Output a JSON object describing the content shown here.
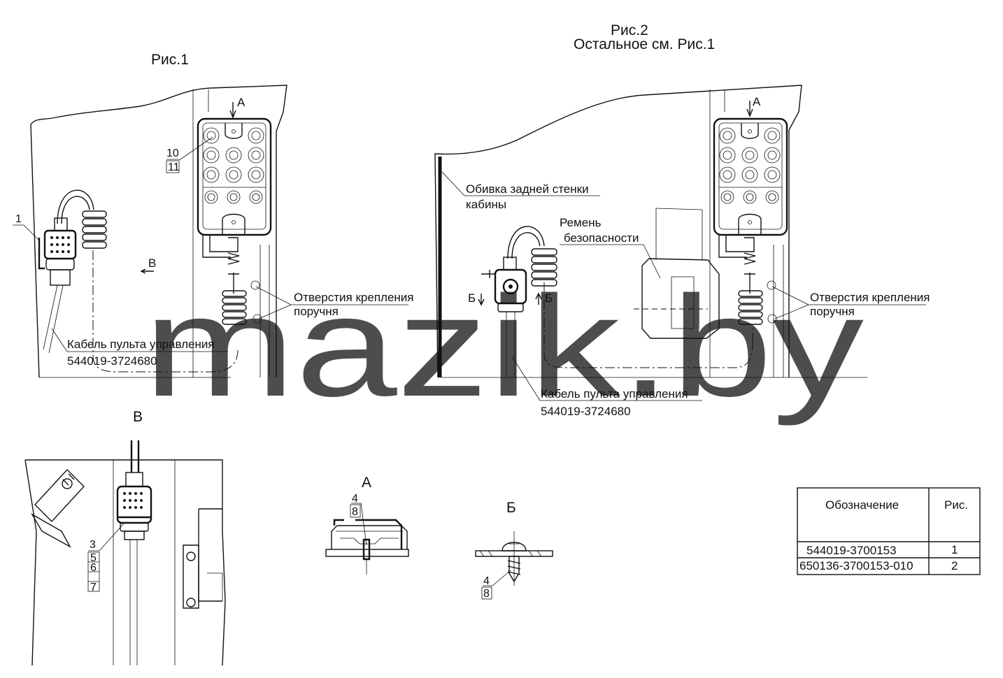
{
  "watermark": "mazik.by",
  "fig1": {
    "title": "Рис.1",
    "view_arrow_a": "А",
    "view_arrow_v": "В",
    "pos_top": "10",
    "pos_bottom": "11",
    "pos_left": "1",
    "holes_label_1": "Отверстия крепления",
    "holes_label_2": "поручня",
    "cable_label_1": "Кабель пульта управления",
    "cable_label_2": "544019-3724680"
  },
  "fig2": {
    "title": "Рис.2",
    "subtitle": "Остальное см. Рис.1",
    "view_arrow_a": "А",
    "section_b_left": "Б",
    "section_b_right": "Б",
    "wall_label_1": "Обивка задней стенки",
    "wall_label_2": "кабины",
    "belt_label_1": "Ремень",
    "belt_label_2": "безопасности",
    "holes_label_1": "Отверстия крепления",
    "holes_label_2": "поручня",
    "cable_label_1": "Кабель пульта управления",
    "cable_label_2": "544019-3724680"
  },
  "view_v": {
    "title": "В",
    "pos": [
      "3",
      "5",
      "6",
      "7"
    ]
  },
  "view_a": {
    "title": "А",
    "pos": [
      "4",
      "8"
    ]
  },
  "view_b": {
    "title": "Б",
    "pos": [
      "4",
      "8"
    ]
  },
  "spec_table": {
    "headers": [
      "Обозначение",
      "Рис."
    ],
    "rows": [
      {
        "designation": "544019-3700153",
        "fig": "1"
      },
      {
        "designation": "650136-3700153-010",
        "fig": "2"
      }
    ]
  }
}
